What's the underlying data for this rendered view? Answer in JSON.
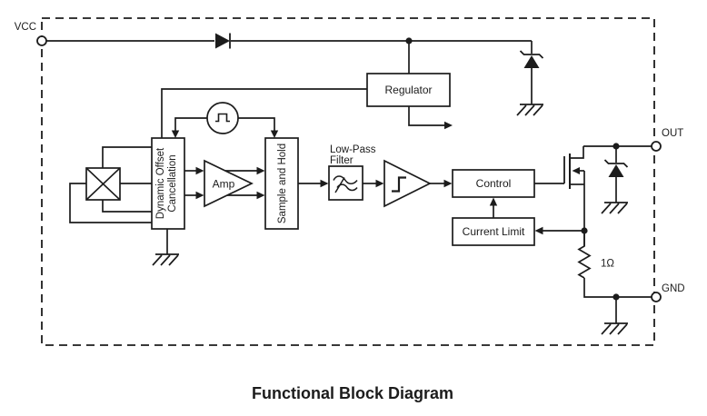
{
  "title": "Functional Block Diagram",
  "terminals": {
    "vcc": "VCC",
    "out": "OUT",
    "gnd": "GND"
  },
  "blocks": {
    "regulator": "Regulator",
    "dynamic_offset_line1": "Dynamic Offset",
    "dynamic_offset_line2": "Cancellation",
    "amp": "Amp",
    "sample_hold": "Sample and Hold",
    "low_pass_line1": "Low-Pass",
    "low_pass_line2": "Filter",
    "control": "Control",
    "current_limit": "Current Limit"
  },
  "labels": {
    "resistor_value": "1Ω"
  },
  "icons": {
    "hall-element-icon": "boxed-x-multiplier",
    "clock-icon": "square-wave-in-circle",
    "low-pass-filter-icon": "crossed-sine-waves",
    "schmitt-trigger-icon": "step-hysteresis",
    "diode-icon": "series-diode",
    "zener-diode-icon": "zener-clamp",
    "mosfet-icon": "n-channel-mosfet",
    "resistor-icon": "zigzag-resistor",
    "ground-icon": "hatched-earth"
  },
  "colors": {
    "line": "#1c1c1c",
    "background": "#ffffff",
    "text": "#1c1c1c"
  }
}
